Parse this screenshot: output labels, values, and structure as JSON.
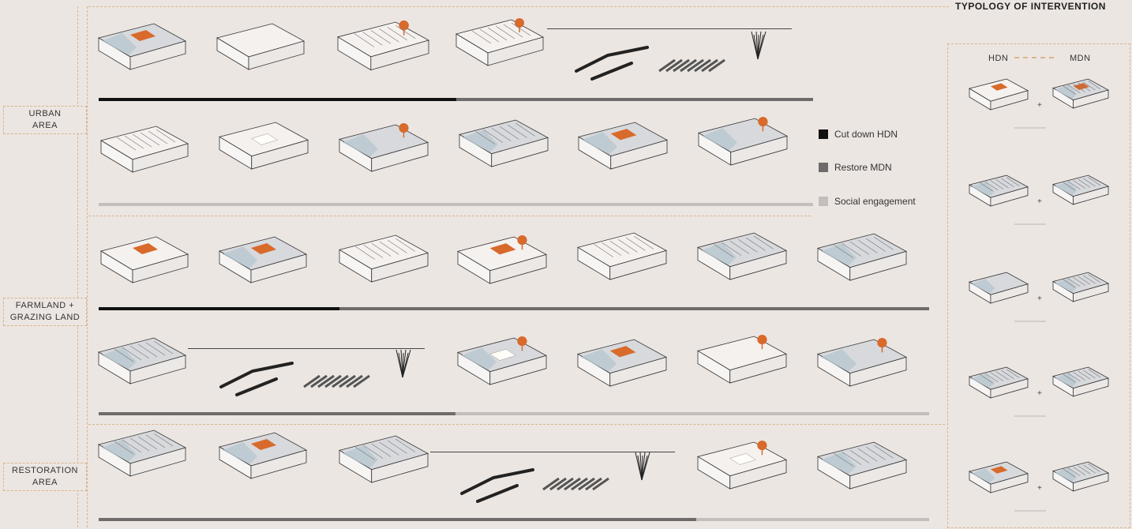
{
  "title": "TYPOLOGY OF INTERVENTION",
  "areas": [
    {
      "lines": [
        "URBAN",
        "AREA"
      ]
    },
    {
      "lines": [
        "FARMLAND +",
        "GRAZING LAND"
      ]
    },
    {
      "lines": [
        "RESTORATION",
        "AREA"
      ]
    }
  ],
  "legend": [
    {
      "label": "Cut down HDN",
      "color": "#111111"
    },
    {
      "label": "Restore MDN",
      "color": "#6f6b6a"
    },
    {
      "label": "Social engagement",
      "color": "#c3bebc"
    }
  ],
  "side_panel": {
    "left_heading": "HDN",
    "right_heading": "MDN"
  },
  "colors": {
    "background": "#ece6e2",
    "accent_orange": "#d86a2c",
    "water": "#b9c7d0",
    "frame": "#d9b48c"
  },
  "rows": [
    {
      "bar": [
        {
          "fraction": 0.0,
          "w": 0.5,
          "cat": 0
        },
        {
          "fraction": 0.5,
          "w": 0.5,
          "cat": 1
        }
      ]
    },
    {
      "bar": [
        {
          "fraction": 0.0,
          "w": 1.0,
          "cat": 2
        }
      ]
    },
    {
      "bar": [
        {
          "fraction": 0.0,
          "w": 0.29,
          "cat": 0
        },
        {
          "fraction": 0.29,
          "w": 0.71,
          "cat": 1
        }
      ]
    },
    {
      "bar": [
        {
          "fraction": 0.0,
          "w": 0.43,
          "cat": 1
        },
        {
          "fraction": 0.43,
          "w": 0.57,
          "cat": 2
        }
      ]
    },
    {
      "bar": [
        {
          "fraction": 0.0,
          "w": 0.72,
          "cat": 1
        },
        {
          "fraction": 0.72,
          "w": 0.28,
          "cat": 2
        }
      ]
    }
  ]
}
